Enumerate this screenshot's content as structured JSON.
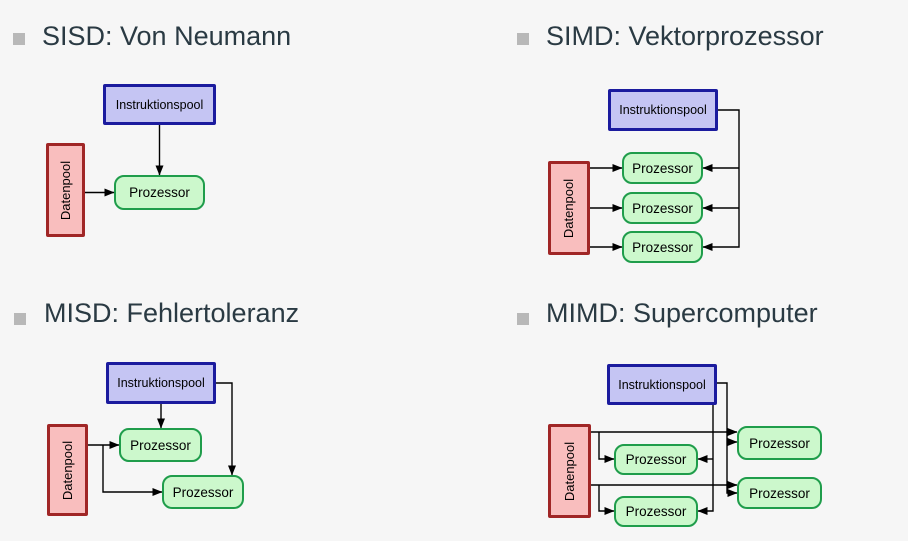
{
  "colors": {
    "background": "#f6f6f6",
    "heading": "#2a3a43",
    "bullet": "#b8b8b8",
    "instruction_fill": "#c5c5f3",
    "instruction_border": "#1b1b9e",
    "data_fill": "#f9bebe",
    "data_border": "#a02626",
    "processor_fill": "#ccf8cc",
    "processor_border": "#1f9d4b",
    "wire": "#000000"
  },
  "labels": {
    "instruction_pool": "Instruktionspool",
    "data_pool": "Datenpool",
    "processor": "Prozessor"
  },
  "sections": [
    {
      "id": "sisd",
      "title": "SISD: Von Neumann"
    },
    {
      "id": "simd",
      "title": "SIMD: Vektorprozessor"
    },
    {
      "id": "misd",
      "title": "MISD: Fehlertoleranz"
    },
    {
      "id": "mimd",
      "title": "MIMD: Supercomputer"
    }
  ]
}
